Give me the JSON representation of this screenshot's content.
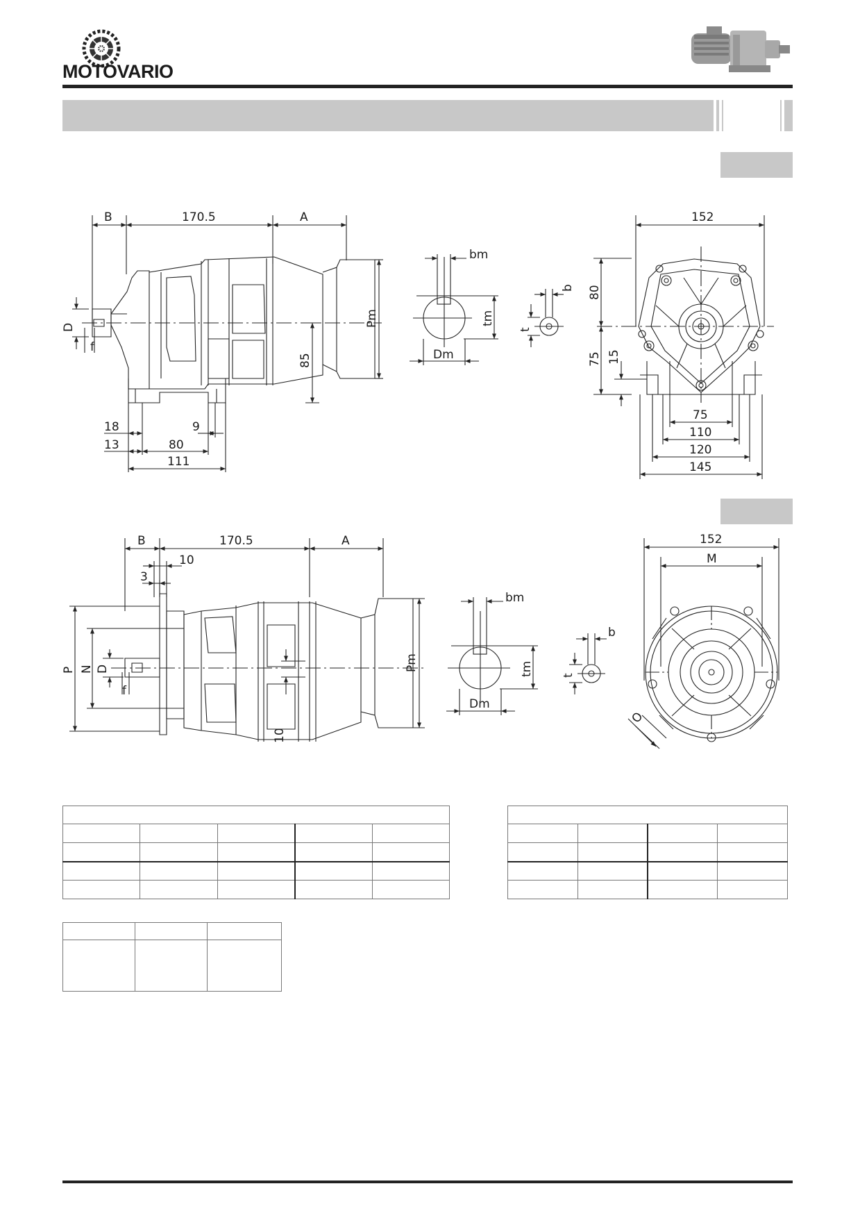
{
  "header": {
    "brand": "MOTOVARIO"
  },
  "drawing_top": {
    "dims": {
      "B": "B",
      "len": "170.5",
      "A": "A",
      "D": "D",
      "f": "f",
      "Pm": "Pm",
      "h85": "85",
      "d18": "18",
      "d9": "9",
      "d13": "13",
      "d80": "80",
      "d111": "111"
    },
    "shaft": {
      "bm": "bm",
      "tm": "tm",
      "Dm": "Dm"
    },
    "key": {
      "b": "b",
      "t": "t"
    },
    "end_view": {
      "w152": "152",
      "h80": "80",
      "h75": "75",
      "h15": "15",
      "w75": "75",
      "w110": "110",
      "w120": "120",
      "w145": "145"
    }
  },
  "drawing_bottom": {
    "dims": {
      "B": "B",
      "len": "170.5",
      "A": "A",
      "d10": "10",
      "d3": "3",
      "P": "P",
      "N": "N",
      "D": "D",
      "f": "f",
      "Pm": "Pm",
      "v10": "10"
    },
    "shaft": {
      "bm": "bm",
      "tm": "tm",
      "Dm": "Dm"
    },
    "key": {
      "b": "b",
      "t": "t"
    },
    "end_view": {
      "w152": "152",
      "M": "M",
      "O": "O"
    }
  }
}
